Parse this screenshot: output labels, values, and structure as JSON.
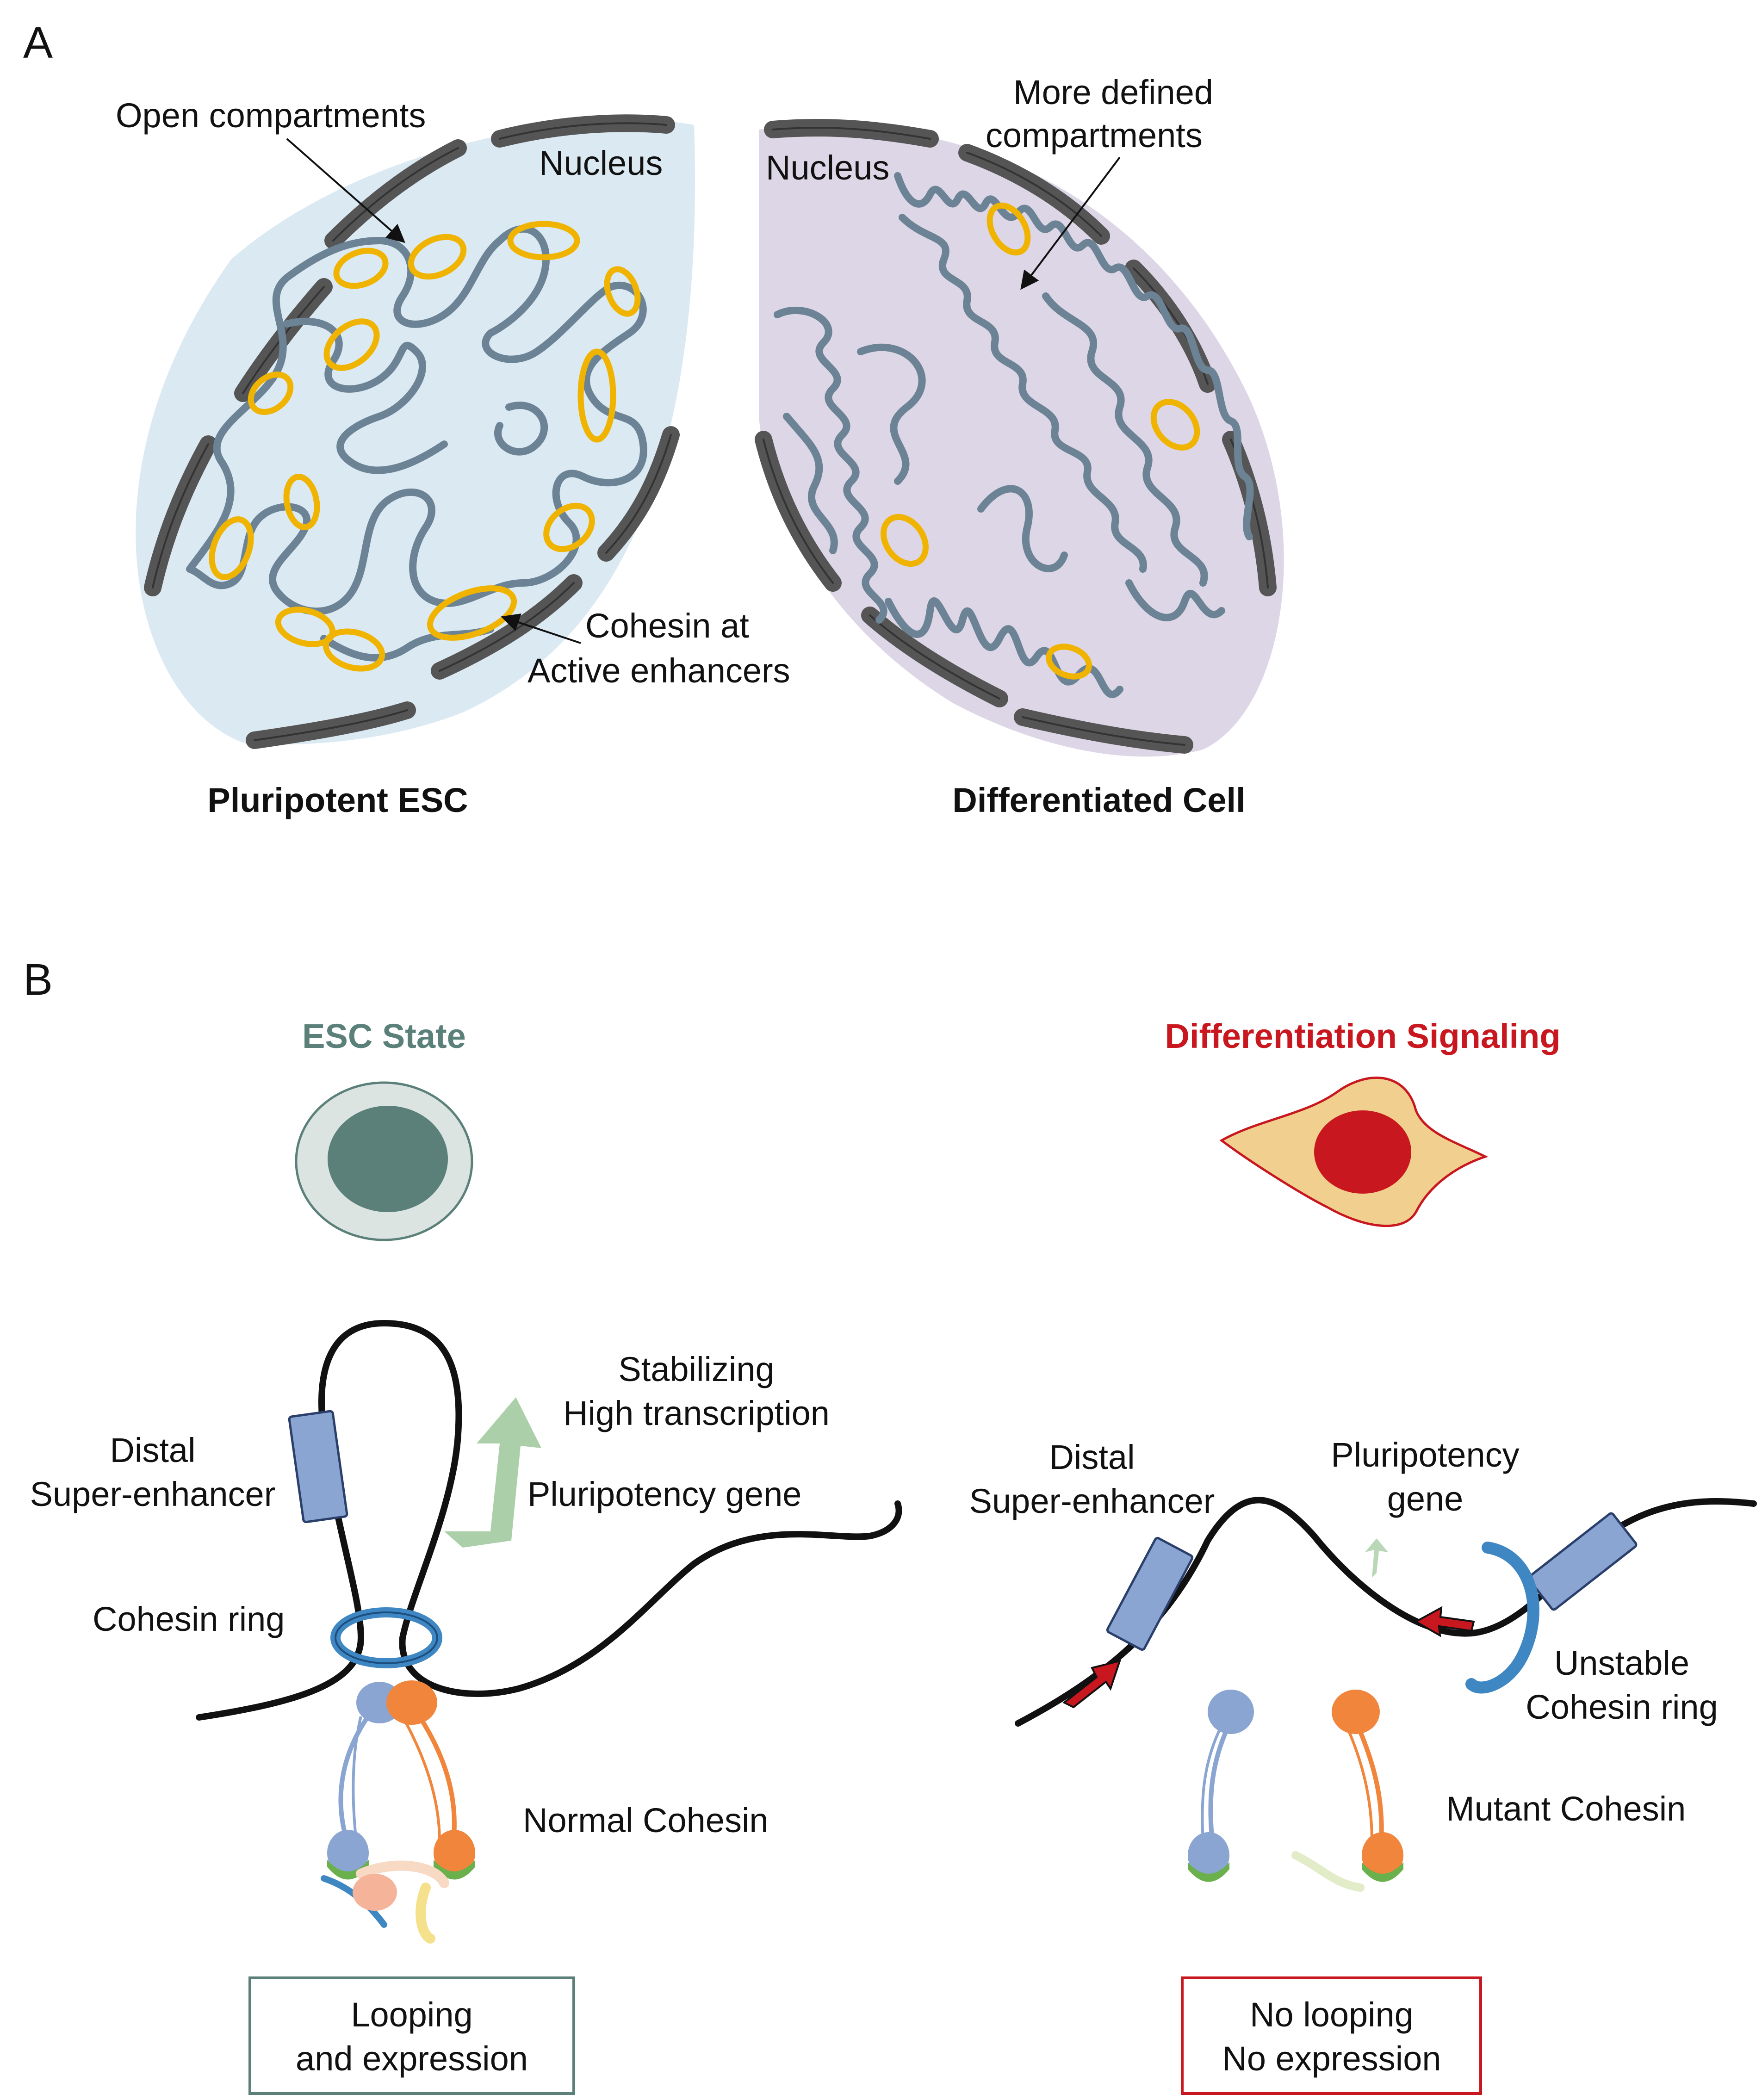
{
  "panel_a": {
    "letter": "A",
    "esc": {
      "nucleus_label": "Nucleus",
      "open_label": "Open compartments",
      "cohesin_label_1": "Cohesin at",
      "cohesin_label_2": "Active enhancers",
      "caption": "Pluripotent ESC"
    },
    "diff": {
      "nucleus_label": "Nucleus",
      "defined_label_1": "More defined",
      "defined_label_2": "compartments",
      "caption": "Differentiated Cell"
    }
  },
  "panel_b": {
    "letter": "B",
    "left": {
      "title": "ESC State",
      "title_color": "#5a8079",
      "enhancer_label_1": "Distal",
      "enhancer_label_2": "Super-enhancer",
      "stabilizing_1": "Stabilizing",
      "stabilizing_2": "High transcription",
      "gene_label": "Pluripotency gene",
      "ring_label": "Cohesin ring",
      "cohesin_label": "Normal Cohesin",
      "outcome_1": "Looping",
      "outcome_2": "and expression",
      "box_color": "#5a8079"
    },
    "right": {
      "title": "Differentiation Signaling",
      "title_color": "#c8171e",
      "enhancer_label_1": "Distal",
      "enhancer_label_2": "Super-enhancer",
      "gene_label_1": "Pluripotency",
      "gene_label_2": "gene",
      "ring_label_1": "Unstable",
      "ring_label_2": "Cohesin ring",
      "cohesin_label": "Mutant Cohesin",
      "outcome_1": "No looping",
      "outcome_2": "No expression",
      "box_color": "#c8171e"
    }
  }
}
